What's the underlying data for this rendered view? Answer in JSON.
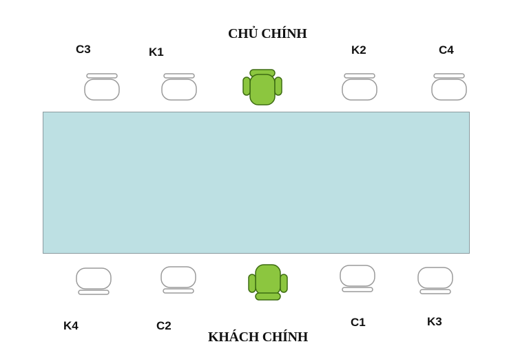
{
  "titles": {
    "host_main": "CHỦ CHÍNH",
    "guest_main": "KHÁCH CHÍNH"
  },
  "seats": {
    "top": [
      "C3",
      "K1",
      "K2",
      "C4"
    ],
    "bottom": [
      "K4",
      "C2",
      "C1",
      "K3"
    ]
  },
  "colors": {
    "table": "#bde0e3",
    "main_chair": "#8cc63f",
    "chair_outline": "#9a9a9a"
  }
}
